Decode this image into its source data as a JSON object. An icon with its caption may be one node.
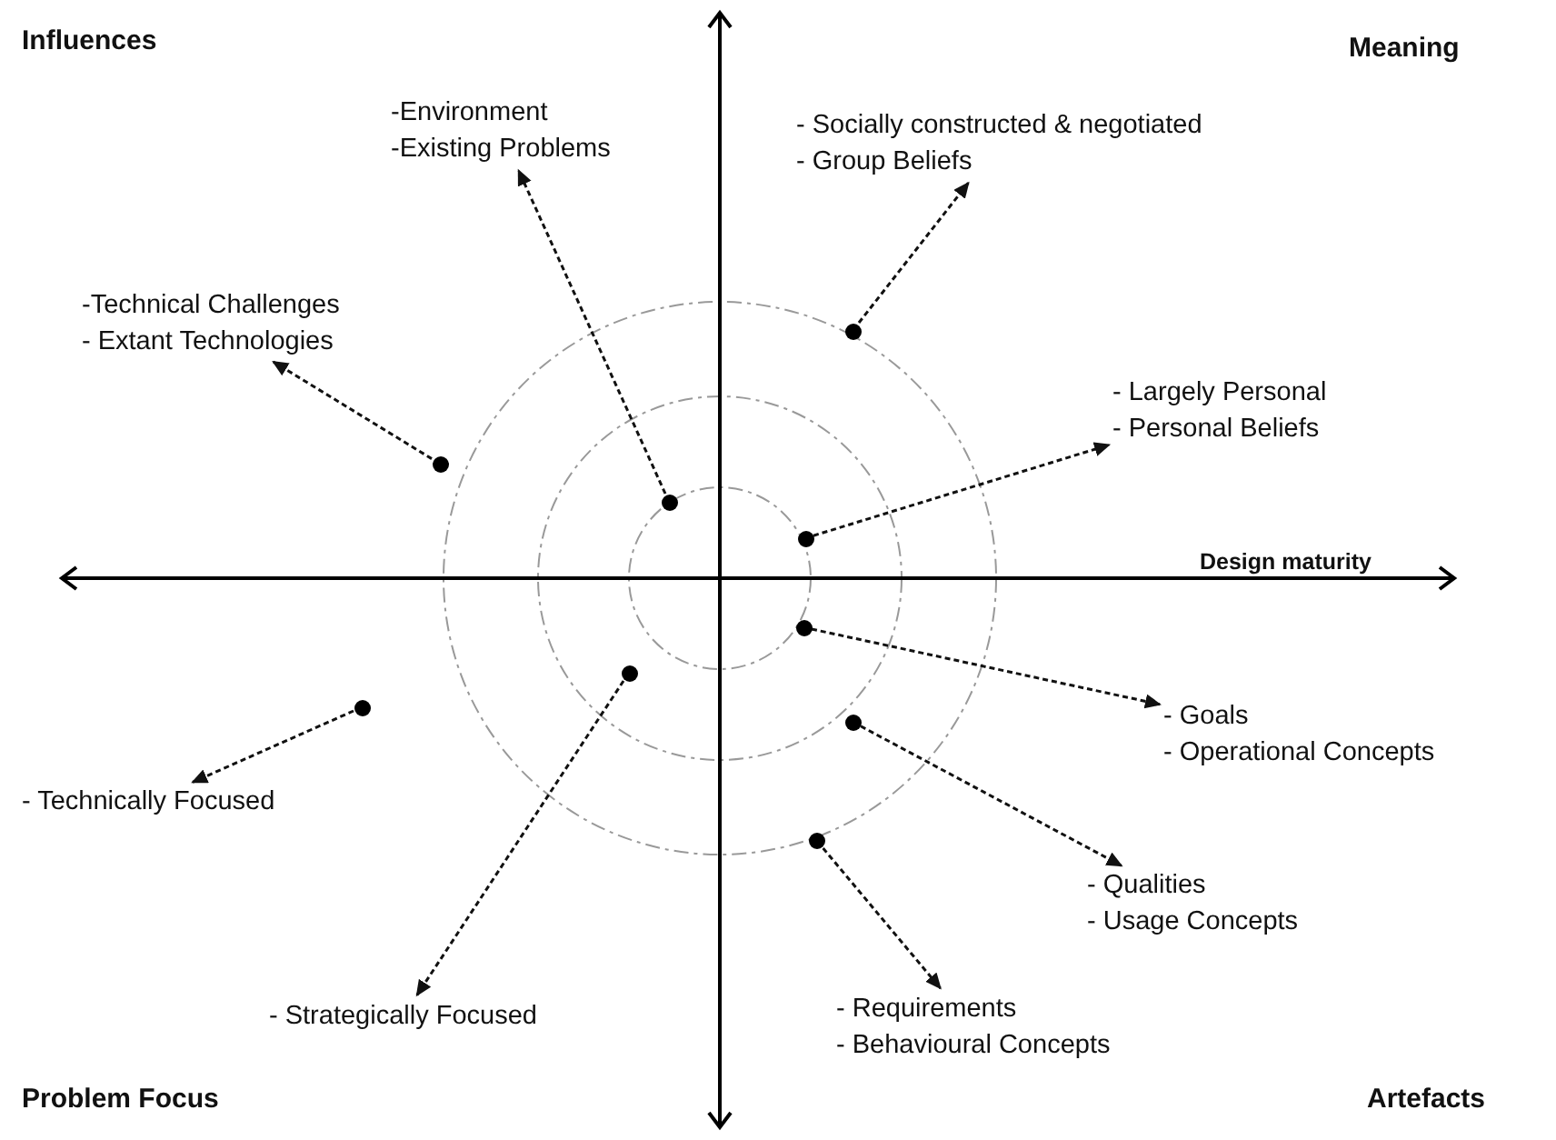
{
  "diagram": {
    "nodes": [
      {
        "text": [
          "-Environment",
          "-Existing Problems"
        ]
      },
      {
        "text": [
          "- Socially constructed & negotiated",
          "- Group Beliefs"
        ]
      },
      {
        "text": [
          "-Technical Challenges",
          "- Extant Technologies"
        ]
      },
      {
        "text": [
          "- Largely Personal",
          "- Personal Beliefs"
        ]
      },
      {
        "text": [
          "- Goals",
          "- Operational Concepts"
        ]
      },
      {
        "text": [
          "- Technically Focused"
        ]
      },
      {
        "text": [
          "- Qualities",
          "- Usage Concepts"
        ]
      },
      {
        "text": [
          "- Strategically Focused"
        ]
      },
      {
        "text": [
          "- Requirements",
          "- Behavioural Concepts"
        ]
      },
      {
        "text": [],
        "shape": "circle"
      },
      {
        "text": [],
        "shape": "circle"
      },
      {
        "text": [],
        "shape": "circle"
      },
      {
        "text": [],
        "shape": "circle"
      },
      {
        "text": [],
        "shape": "circle"
      },
      {
        "text": [],
        "shape": "circle"
      },
      {
        "text": [],
        "shape": "circle"
      },
      {
        "text": [],
        "shape": "circle"
      },
      {
        "text": [],
        "shape": "circle"
      }
    ],
    "edges": [
      {
        "from": 11,
        "to": 0,
        "arrow": "to",
        "style": "dashed"
      },
      {
        "from": 9,
        "to": 1,
        "arrow": "to",
        "style": "dashed"
      },
      {
        "from": 10,
        "to": 2,
        "arrow": "to",
        "style": "dashed"
      },
      {
        "from": 12,
        "to": 3,
        "arrow": "to",
        "style": "dashed"
      },
      {
        "from": 13,
        "to": 4,
        "arrow": "to",
        "style": "dashed"
      },
      {
        "from": 15,
        "to": 5,
        "arrow": "to",
        "style": "dashed"
      },
      {
        "from": 16,
        "to": 6,
        "arrow": "to",
        "style": "dashed"
      },
      {
        "from": 14,
        "to": 7,
        "arrow": "to",
        "style": "dashed"
      },
      {
        "from": 17,
        "to": 8,
        "arrow": "to",
        "style": "dashed"
      }
    ],
    "labels": [
      "Influences",
      "Meaning",
      "Design maturity",
      "Problem Focus",
      "Artefacts"
    ]
  }
}
